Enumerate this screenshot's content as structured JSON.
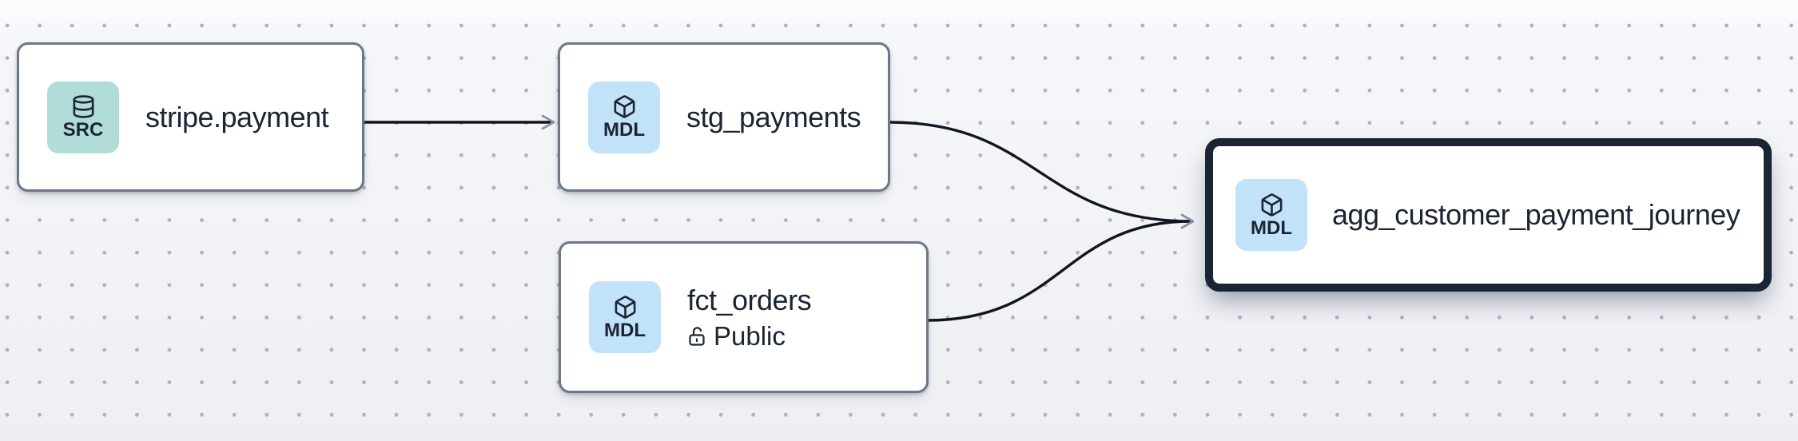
{
  "app": {
    "view": "data-lineage-canvas"
  },
  "colors": {
    "background": "#f2f4f7",
    "dot": "#aeb3bf",
    "edge": "#10151f",
    "arrow": "#8d94a4",
    "node_border": "#6e7787",
    "node_border_selected": "#1b2433",
    "text": "#1b2433",
    "badge_source_bg": "#b1dcd8",
    "badge_model_bg": "#c1e2f8"
  },
  "nodes": [
    {
      "id": "stripe.payment",
      "title": "stripe.payment",
      "badge": "SRC",
      "badge_icon": "database-icon",
      "type": "source",
      "selected": false
    },
    {
      "id": "stg_payments",
      "title": "stg_payments",
      "badge": "MDL",
      "badge_icon": "cube-icon",
      "type": "model",
      "selected": false
    },
    {
      "id": "fct_orders",
      "title": "fct_orders",
      "badge": "MDL",
      "badge_icon": "cube-icon",
      "type": "model",
      "access": "Public",
      "access_icon": "unlock-icon",
      "selected": false
    },
    {
      "id": "agg_customer_payment_journey",
      "title": "agg_customer_payment_journey",
      "badge": "MDL",
      "badge_icon": "cube-icon",
      "type": "model",
      "selected": true
    }
  ],
  "edges": [
    {
      "from": "stripe.payment",
      "to": "stg_payments"
    },
    {
      "from": "stg_payments",
      "to": "agg_customer_payment_journey"
    },
    {
      "from": "fct_orders",
      "to": "agg_customer_payment_journey"
    }
  ]
}
